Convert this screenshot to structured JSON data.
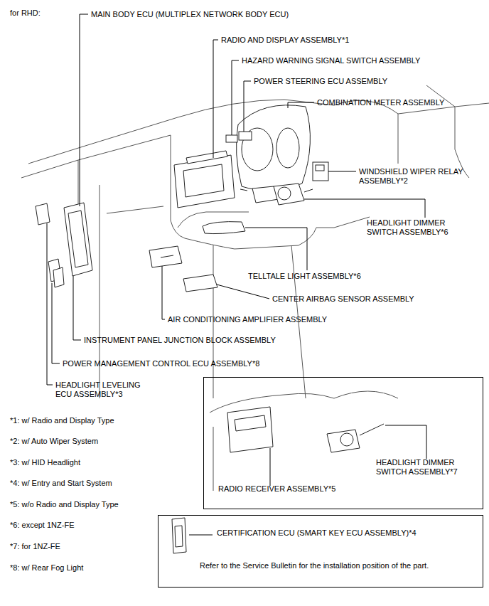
{
  "diagram": {
    "title": "for RHD:",
    "nodes": [
      {
        "text": [
          "HEADLIGHT DIMMER SWITCH ASSEMBLY*7",
          "RADIO RECEIVER ASSEMBLY*5"
        ]
      },
      {
        "text": [
          "CERTIFICATION ECU (SMART KEY ECU ASSEMBLY)*4",
          "Refer to the Service Bulletin for the installation position of the part."
        ]
      }
    ],
    "labels": [
      "MAIN BODY ECU (MULTIPLEX NETWORK BODY ECU)",
      "RADIO AND DISPLAY ASSEMBLY*1",
      "HAZARD WARNING SIGNAL SWITCH ASSEMBLY",
      "POWER STEERING ECU ASSEMBLY",
      "COMBINATION METER ASSEMBLY",
      "WINDSHIELD WIPER RELAY ASSEMBLY*2",
      "HEADLIGHT DIMMER SWITCH ASSEMBLY*6",
      "TELLTALE LIGHT ASSEMBLY*6",
      "CENTER AIRBAG SENSOR ASSEMBLY",
      "AIR CONDITIONING AMPLIFIER ASSEMBLY",
      "INSTRUMENT PANEL JUNCTION BLOCK ASSEMBLY",
      "POWER MANAGEMENT CONTROL ECU ASSEMBLY*8",
      "HEADLIGHT LEVELING ECU ASSEMBLY*3",
      "*1: w/ Radio and Display Type",
      "*2: w/ Auto Wiper System",
      "*3: w/ HID Headlight",
      "*4: w/ Entry and Start System",
      "*5: w/o Radio and Display Type",
      "*6: except 1NZ-FE",
      "*7: for 1NZ-FE",
      "*8: w/ Rear Fog Light"
    ]
  }
}
